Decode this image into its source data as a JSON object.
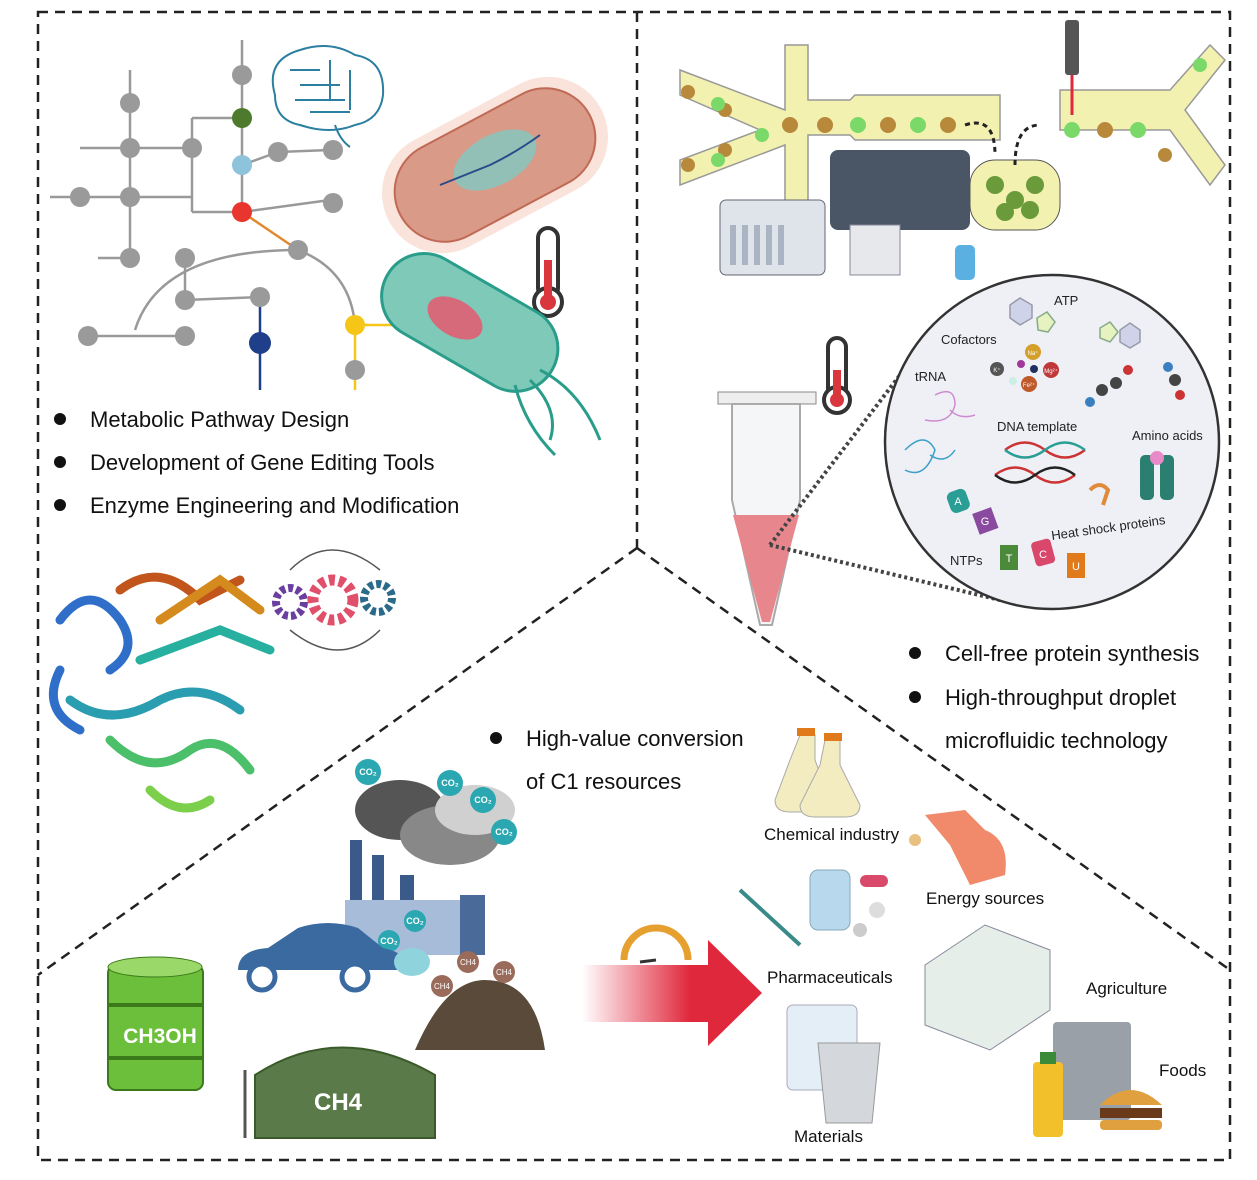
{
  "panels": {
    "synthetic_biology": {
      "bullets": [
        "Metabolic Pathway Design",
        "Development of Gene Editing Tools",
        "Enzyme Engineering and Modification"
      ]
    },
    "cell_free": {
      "bullets": [
        "Cell-free protein synthesis",
        "High-throughput droplet",
        "microfluidic technology"
      ],
      "components": {
        "atp": "ATP",
        "cofactors": "Cofactors",
        "trna": "tRNA",
        "dna": "DNA template",
        "amino": "Amino acids",
        "hsp": "Heat shock proteins",
        "ntps": "NTPs",
        "nucleotides": [
          "A",
          "G",
          "T",
          "C",
          "U"
        ],
        "ions": [
          "Na⁺",
          "K⁺",
          "Mg²⁺",
          "Fe²⁺"
        ]
      }
    },
    "c1": {
      "bullets": [
        "High-value conversion",
        "of C1 resources"
      ],
      "sources": {
        "methanol": "CH3OH",
        "methane": "CH4",
        "co2": "CO₂",
        "ch4_small": "CH4"
      },
      "products": [
        "Chemical industry",
        "Energy sources",
        "Pharmaceuticals",
        "Agriculture",
        "Foods",
        "Materials"
      ]
    }
  },
  "colors": {
    "dash": "#222222",
    "arrow": "#e0283c",
    "teal": "#2a9d95",
    "pathway_red": "#e8352e",
    "pathway_green": "#4d7a2d",
    "pathway_blue": "#1f3f8a",
    "pathway_yellow": "#f5c518"
  }
}
